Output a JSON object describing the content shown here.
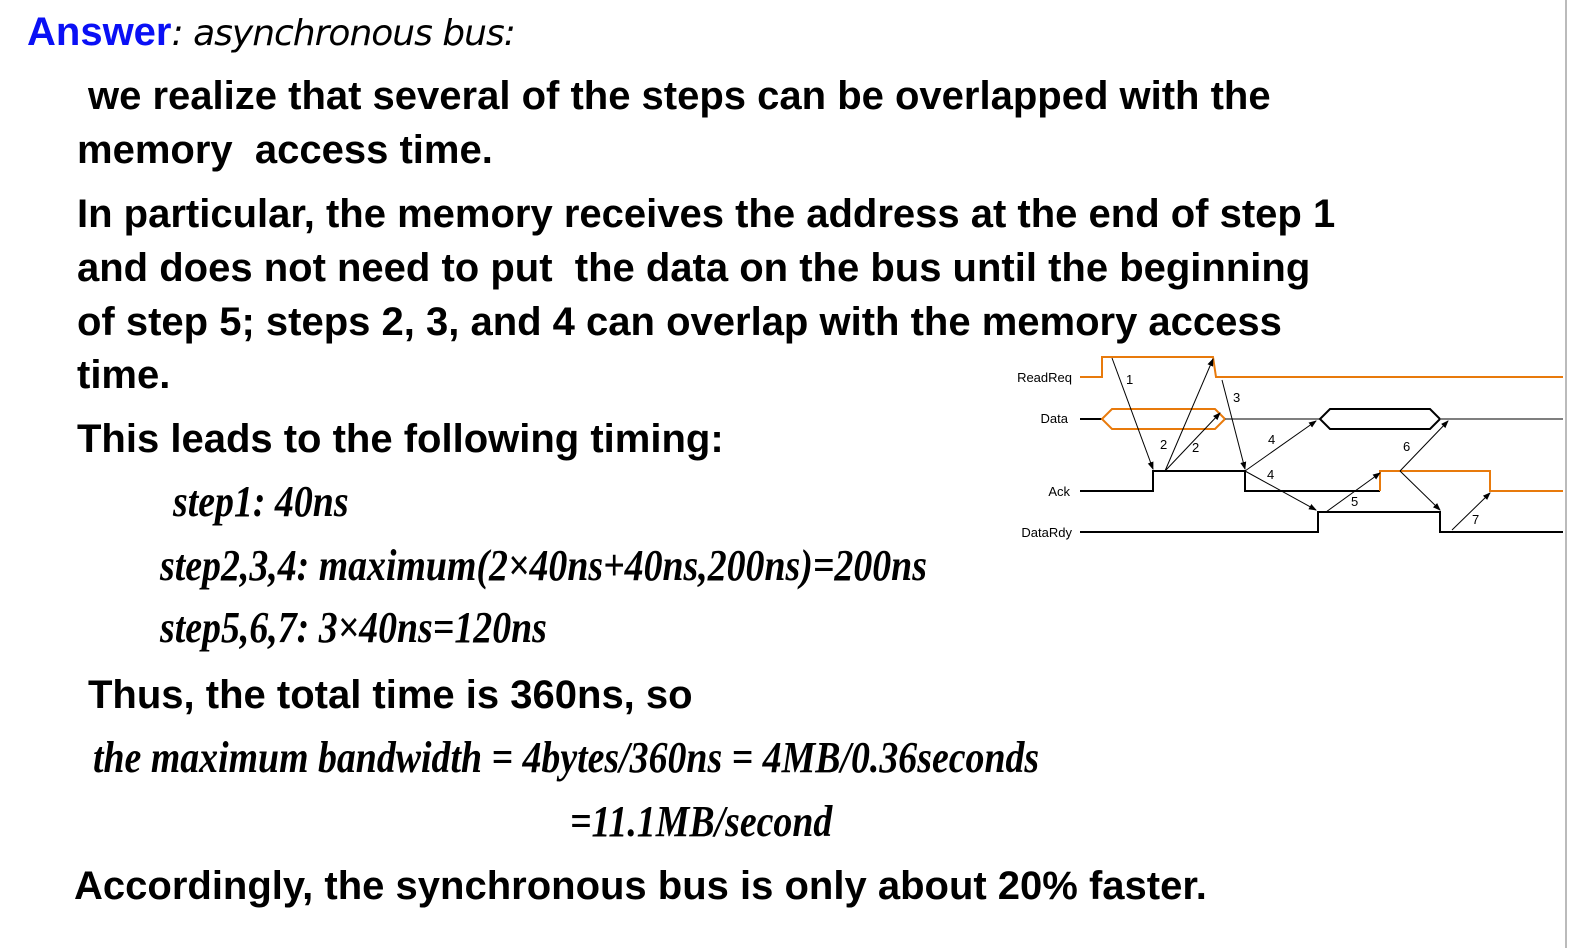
{
  "heading": {
    "label": "Answer",
    "subtitle": ": asynchronous bus:"
  },
  "paragraphs": {
    "p1_line1": "we realize that several of the steps can be overlapped with the",
    "p1_line2": "memory  access time.",
    "p2_line1": "In particular, the memory receives the address at the end of step 1",
    "p2_line2": "and does not need to put  the data on the bus until the beginning",
    "p2_line3": "of step 5; steps 2, 3, and 4 can overlap with the memory access",
    "p2_line4": "time.",
    "p3": "This leads to the following timing:"
  },
  "timing": {
    "step1": "step1: 40ns",
    "step234": "step2,3,4: maximum(2×40ns+40ns,200ns)=200ns",
    "step567": "step5,6,7: 3×40ns=120ns"
  },
  "conclusion": {
    "total": "Thus, the total time is 360ns, so",
    "bandwidth_line1": "the maximum bandwidth = 4bytes/360ns = 4MB/0.36seconds",
    "bandwidth_line2": "=11.1MB/second",
    "final": "Accordingly, the synchronous bus is only about 20% faster."
  },
  "diagram": {
    "signals": [
      "ReadReq",
      "Data",
      "Ack",
      "DataRdy"
    ],
    "step_labels": [
      "1",
      "2",
      "2",
      "3",
      "4",
      "4",
      "5",
      "6",
      "7"
    ],
    "colors": {
      "processor": "#e87a0c",
      "memory": "#000000"
    }
  }
}
